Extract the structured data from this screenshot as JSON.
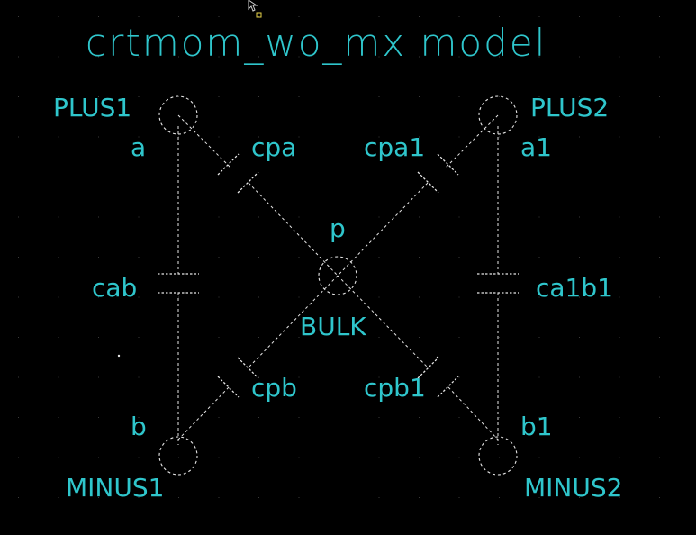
{
  "title": "crtmom_wo_mx model",
  "pins": {
    "plus1": "PLUS1",
    "plus2": "PLUS2",
    "minus1": "MINUS1",
    "minus2": "MINUS2",
    "bulk": "BULK"
  },
  "nodes": {
    "a": "a",
    "a1": "a1",
    "b": "b",
    "b1": "b1",
    "p": "p"
  },
  "capacitors": {
    "cpa": "cpa",
    "cpa1": "cpa1",
    "cab": "cab",
    "ca1b1": "ca1b1",
    "cpb": "cpb",
    "cpb1": "cpb1"
  },
  "colors": {
    "label": "#2fc6cc",
    "wire": "#e6e6e6",
    "background": "#000000",
    "cursor_marker": "#e8d44a"
  },
  "icons": {
    "cursor": "mouse-pointer-icon",
    "marker": "snap-marker-icon"
  }
}
